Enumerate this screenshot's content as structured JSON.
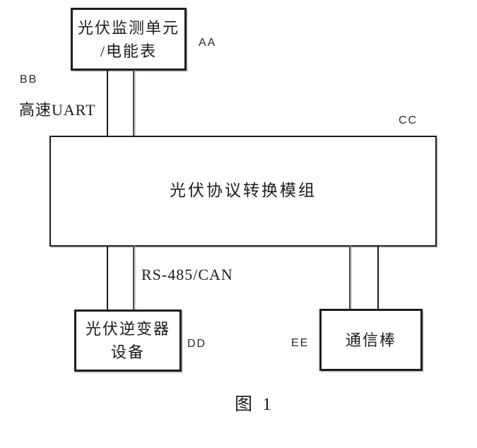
{
  "figure": {
    "caption": "图 1",
    "boxes": [
      {
        "ref": "AA",
        "lines": [
          "光伏监测单元",
          "/电能表"
        ]
      },
      {
        "ref": "CC",
        "lines": [
          "光伏协议转换模组"
        ]
      },
      {
        "ref": "DD",
        "lines": [
          "光伏逆变器",
          "设备"
        ]
      },
      {
        "ref": "EE",
        "lines": [
          "通信棒"
        ]
      }
    ],
    "labels": {
      "bb_ref": "BB",
      "uart": "高速UART",
      "rs485": "RS-485/CAN"
    },
    "colors": {
      "ink": "#1c1c1c",
      "background": "#ffffff"
    }
  }
}
